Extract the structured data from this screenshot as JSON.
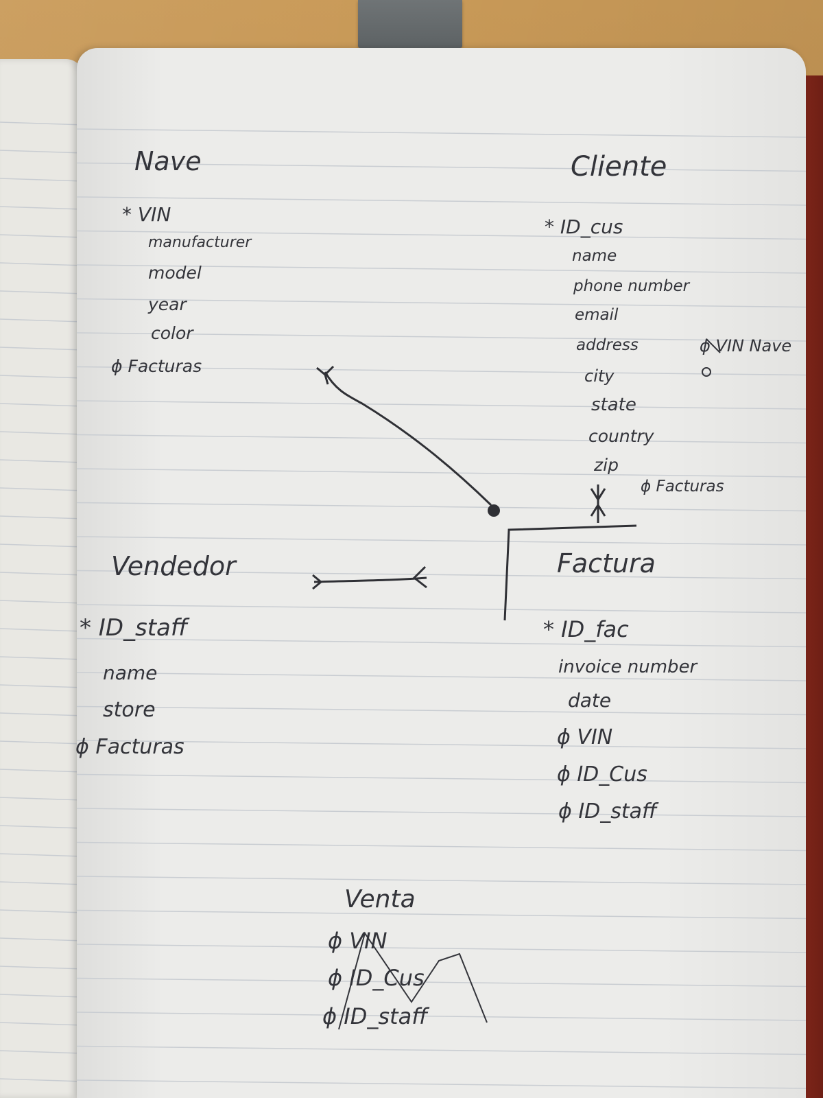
{
  "notebook": {
    "entities": {
      "nave": {
        "title": "Nave",
        "fields": [
          "* VIN",
          "manufacturer",
          "model",
          "year",
          "color",
          "ϕ Facturas"
        ]
      },
      "cliente": {
        "title": "Cliente",
        "fields": [
          "* ID_cus",
          "name",
          "phone number",
          "email",
          "address",
          "city",
          "state",
          "country",
          "zip",
          "ϕ Facturas"
        ],
        "margin_note": "ϕ VIN Nave"
      },
      "vendedor": {
        "title": "Vendedor",
        "fields": [
          "* ID_staff",
          "name",
          "store",
          "ϕ Facturas"
        ]
      },
      "factura": {
        "title": "Factura",
        "fields": [
          "* ID_fac",
          "invoice number",
          "date",
          "ϕ VIN",
          "ϕ ID_Cus",
          "ϕ ID_staff"
        ]
      },
      "venta": {
        "title": "Venta",
        "fields": [
          "ϕ VIN",
          "ϕ ID_Cus",
          "ϕ ID_staff"
        ]
      }
    }
  },
  "colors": {
    "ink": "#33343a",
    "paper": "#ececea",
    "rule_line": "#c9cdd2",
    "desk": "#b8874a",
    "cover": "#6e1f15",
    "bookmark": "#5d6264"
  }
}
